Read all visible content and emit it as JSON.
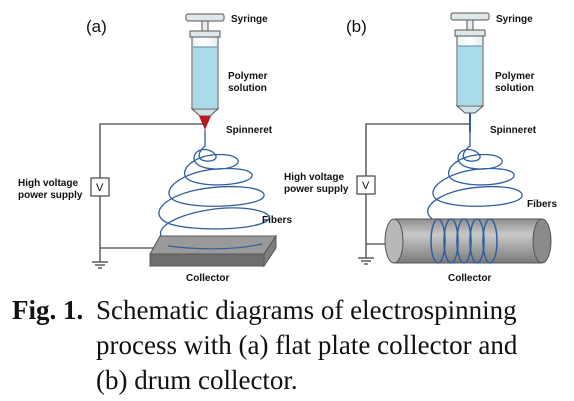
{
  "panel_a": {
    "label": "(a)",
    "syringe": "Syringe",
    "polymer_line1": "Polymer",
    "polymer_line2": "solution",
    "spinneret": "Spinneret",
    "hv_line1": "High voltage",
    "hv_line2": "power supply",
    "voltmeter": "V",
    "fibers": "Fibers",
    "collector": "Collector"
  },
  "panel_b": {
    "label": "(b)",
    "syringe": "Syringe",
    "polymer_line1": "Polymer",
    "polymer_line2": "solution",
    "spinneret": "Spinneret",
    "hv_line1": "High voltage",
    "hv_line2": "power supply",
    "voltmeter": "V",
    "fibers": "Fibers",
    "collector": "Collector"
  },
  "caption": {
    "prefix": "Fig. 1.",
    "line1": "Schematic diagrams of electrospinning",
    "line2": "process with (a) flat plate collector and",
    "line3": "(b) drum collector."
  },
  "colors": {
    "solution": "#a9dbe8",
    "needle_tip": "#c0161d",
    "fiber": "#2f5f9f",
    "collector_top": "#9a9a9a",
    "collector_front": "#6e6e6e",
    "drum": "#a7a7a7",
    "wire": "#444444"
  }
}
